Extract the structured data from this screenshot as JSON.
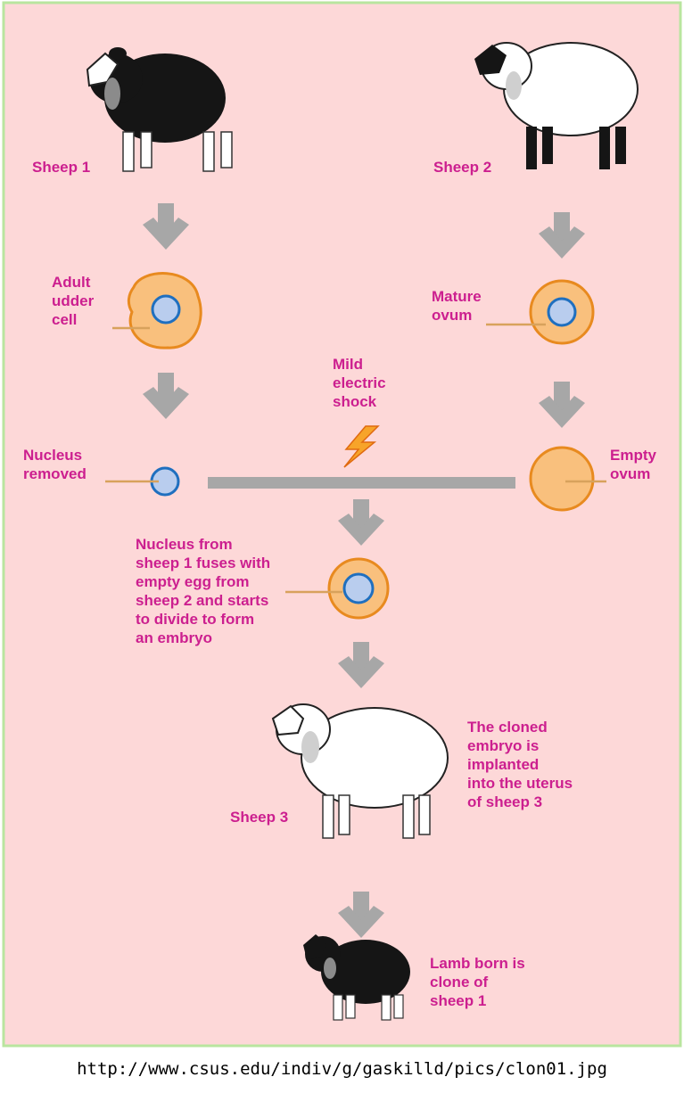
{
  "colors": {
    "background": "#fdd8d8",
    "border": "#b9e59f",
    "label": "#cc1f8f",
    "arrow": "#a7a7a7",
    "cell_fill": "#f9c07d",
    "cell_outline": "#e88a1f",
    "nucleus_fill": "#b9cdee",
    "nucleus_outline": "#1f6fbf",
    "leader_line": "#d8a25c",
    "bolt": "#f7a42a"
  },
  "labels": {
    "sheep1": "Sheep 1",
    "sheep2": "Sheep 2",
    "adult_udder_cell": "Adult\nudder\ncell",
    "mature_ovum": "Mature\novum",
    "mild_electric_shock": "Mild\nelectric\nshock",
    "nucleus_removed": "Nucleus\nremoved",
    "empty_ovum": "Empty\novum",
    "fusion": "Nucleus from\nsheep 1 fuses with\nempty egg from\nsheep 2 and starts\nto divide to form\nan embryo",
    "implant": "The cloned\nembryo is\nimplanted\ninto the uterus\nof sheep 3",
    "sheep3": "Sheep 3",
    "lamb": "Lamb born is\nclone of\nsheep 1"
  },
  "source_url": "http://www.csus.edu/indiv/g/gaskilld/pics/clon01.jpg"
}
